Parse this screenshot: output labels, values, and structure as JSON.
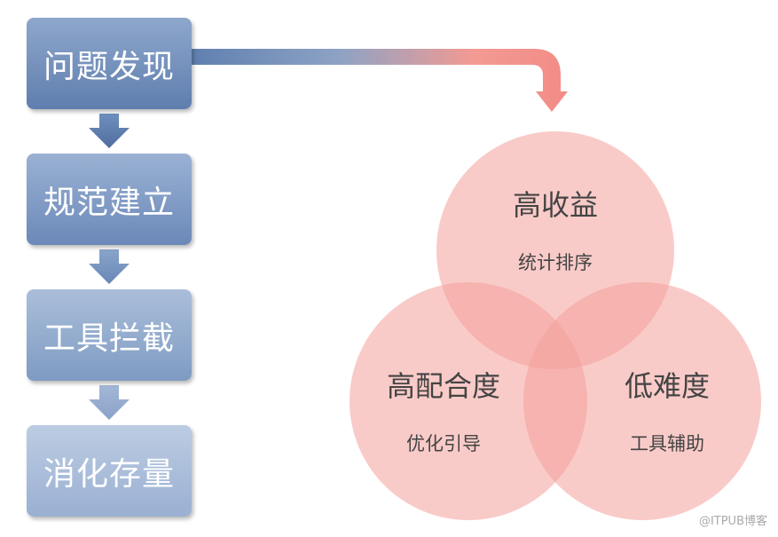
{
  "steps": [
    "问题发现",
    "规范建立",
    "工具拦截",
    "消化存量"
  ],
  "venn": {
    "top": {
      "title": "高收益",
      "subtitle": "统计排序"
    },
    "left": {
      "title": "高配合度",
      "subtitle": "优化引导"
    },
    "right": {
      "title": "低难度",
      "subtitle": "工具辅助"
    }
  },
  "watermark": "@ITPUB博客",
  "colors": {
    "step_blue": "#5f7eae",
    "circle_pink": "#f4a19a",
    "text": "#444444"
  }
}
